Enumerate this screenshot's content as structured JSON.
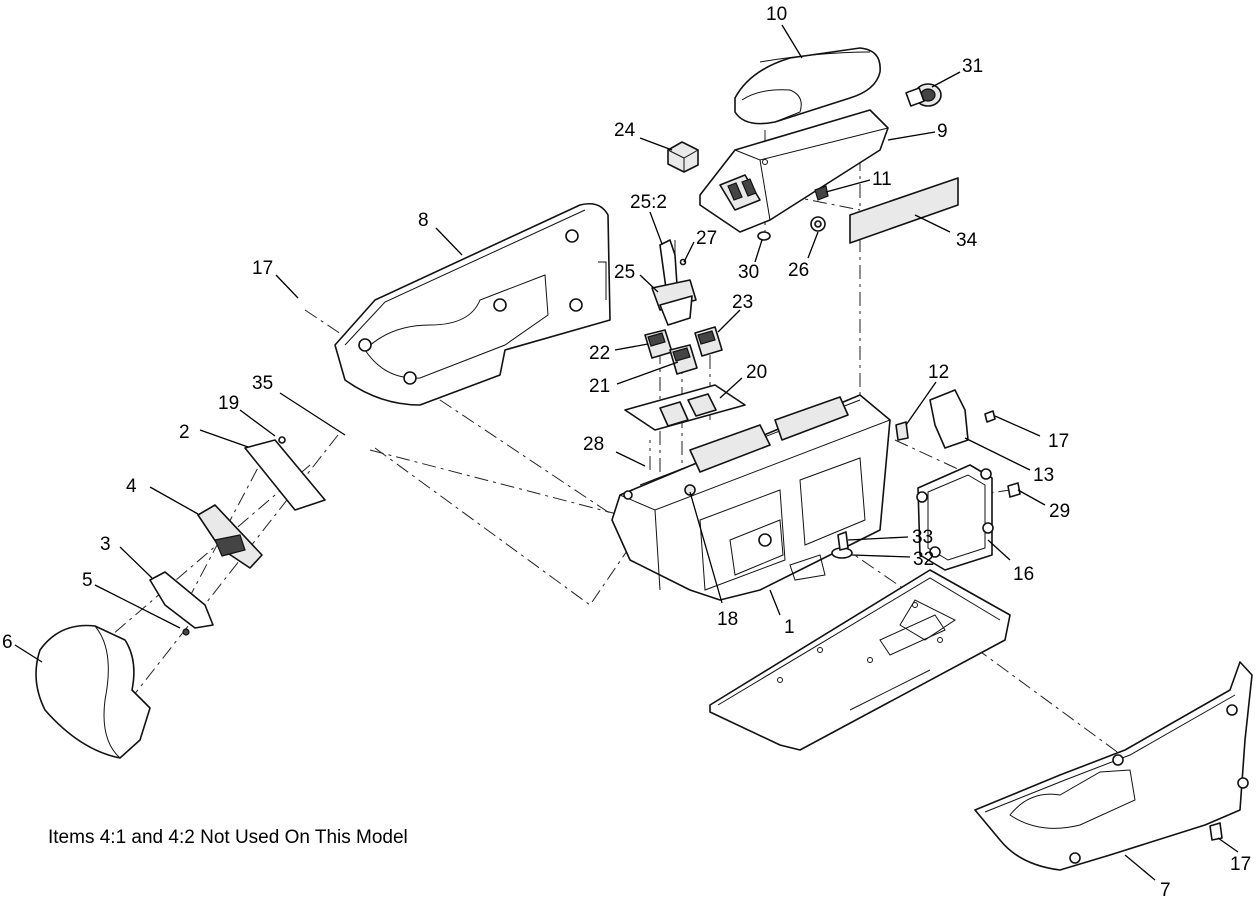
{
  "note": "Items 4:1 and 4:2 Not Used On This Model",
  "callouts": {
    "c1": "1",
    "c2": "2",
    "c3": "3",
    "c4": "4",
    "c5": "5",
    "c6": "6",
    "c7": "7",
    "c8": "8",
    "c9": "9",
    "c10": "10",
    "c11": "11",
    "c12": "12",
    "c13": "13",
    "c16": "16",
    "c17a": "17",
    "c17b": "17",
    "c17c": "17",
    "c18": "18",
    "c19": "19",
    "c20": "20",
    "c21": "21",
    "c22": "22",
    "c23": "23",
    "c24": "24",
    "c25": "25",
    "c25_2": "25:2",
    "c26": "26",
    "c27": "27",
    "c28": "28",
    "c29": "29",
    "c30": "30",
    "c31": "31",
    "c32": "32",
    "c33": "33",
    "c34": "34",
    "c35": "35"
  }
}
